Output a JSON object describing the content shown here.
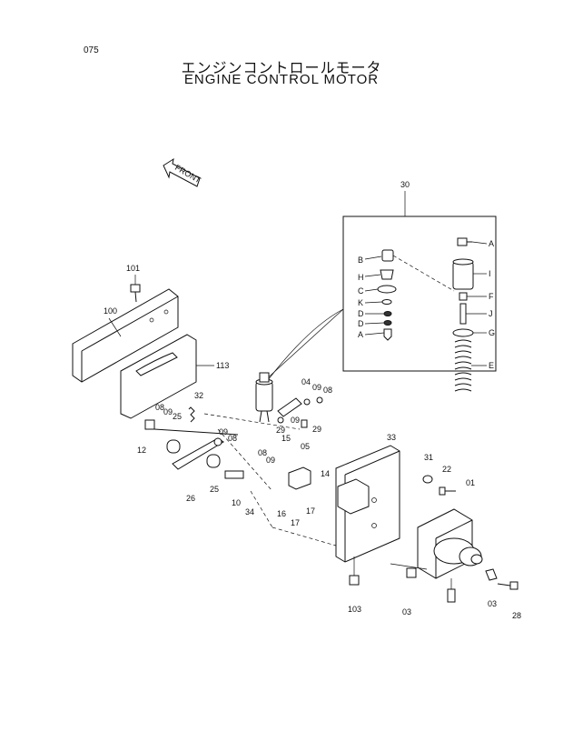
{
  "page_number": "075",
  "title_jp": "エンジンコントロールモータ",
  "title_en": "ENGINE CONTROL MOTOR",
  "front_label": "FRONT",
  "labels": {
    "p30": "30",
    "pA1": "A",
    "pB": "B",
    "pH": "H",
    "pC": "C",
    "pK": "K",
    "pD1": "D",
    "pD2": "D",
    "pA2": "A",
    "pI": "I",
    "pF": "F",
    "pJ": "J",
    "pG": "G",
    "pE": "E",
    "p101": "101",
    "p100": "100",
    "p113": "113",
    "p04": "04",
    "p09a": "09",
    "p08a": "08",
    "p32": "32",
    "p08b": "08",
    "p09b": "09",
    "p25a": "25",
    "p12": "12",
    "p29a": "29",
    "p15": "15",
    "p09c": "09",
    "p29b": "29",
    "p05": "05",
    "p09d": "09",
    "p08c": "08",
    "p08d": "08",
    "p09e": "09",
    "p26": "26",
    "p25b": "25",
    "p10": "10",
    "p34": "34",
    "p16": "16",
    "p17a": "17",
    "p17b": "17",
    "p14": "14",
    "p33": "33",
    "p31": "31",
    "p22": "22",
    "p01": "01",
    "p103": "103",
    "p03a": "03",
    "p03b": "03",
    "p28": "28"
  }
}
